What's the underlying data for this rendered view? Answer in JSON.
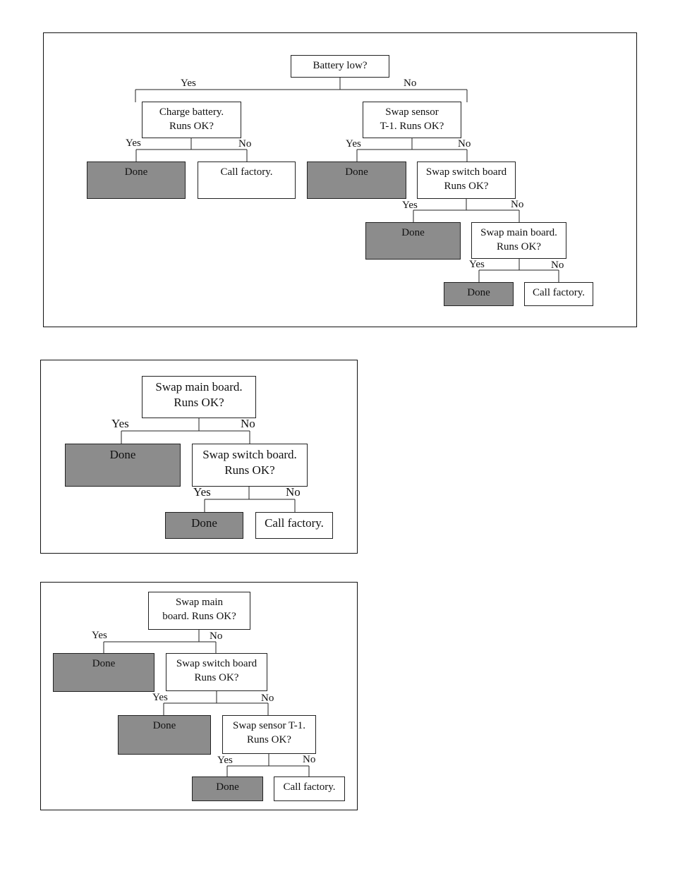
{
  "diagrams": [
    {
      "nodes": [
        {
          "text": "Battery low?",
          "done": false
        },
        {
          "text": "Charge battery.\nRuns OK?",
          "done": false
        },
        {
          "text": "Swap sensor\nT-1. Runs OK?",
          "done": false
        },
        {
          "text": "Done",
          "done": true
        },
        {
          "text": "Call factory.",
          "done": false
        },
        {
          "text": "Done",
          "done": true
        },
        {
          "text": "Swap switch board\nRuns OK?",
          "done": false
        },
        {
          "text": "Done",
          "done": true
        },
        {
          "text": "Swap main board.\nRuns OK?",
          "done": false
        },
        {
          "text": "Done",
          "done": true
        },
        {
          "text": "Call factory.",
          "done": false
        }
      ],
      "labels": [
        "Yes",
        "No",
        "Yes",
        "No",
        "Yes",
        "No",
        "Yes",
        "No",
        "Yes",
        "No"
      ]
    },
    {
      "nodes": [
        {
          "text": "Swap main board.\nRuns OK?",
          "done": false
        },
        {
          "text": "Done",
          "done": true
        },
        {
          "text": "Swap switch board.\nRuns OK?",
          "done": false
        },
        {
          "text": "Done",
          "done": true
        },
        {
          "text": "Call factory.",
          "done": false
        }
      ],
      "labels": [
        "Yes",
        "No",
        "Yes",
        "No"
      ]
    },
    {
      "nodes": [
        {
          "text": "Swap main\nboard. Runs OK?",
          "done": false
        },
        {
          "text": "Done",
          "done": true
        },
        {
          "text": "Swap switch board\nRuns OK?",
          "done": false
        },
        {
          "text": "Done",
          "done": true
        },
        {
          "text": "Swap sensor T-1.\nRuns OK?",
          "done": false
        },
        {
          "text": "Done",
          "done": true
        },
        {
          "text": "Call factory.",
          "done": false
        }
      ],
      "labels": [
        "Yes",
        "No",
        "Yes",
        "No",
        "Yes",
        "No"
      ]
    }
  ]
}
